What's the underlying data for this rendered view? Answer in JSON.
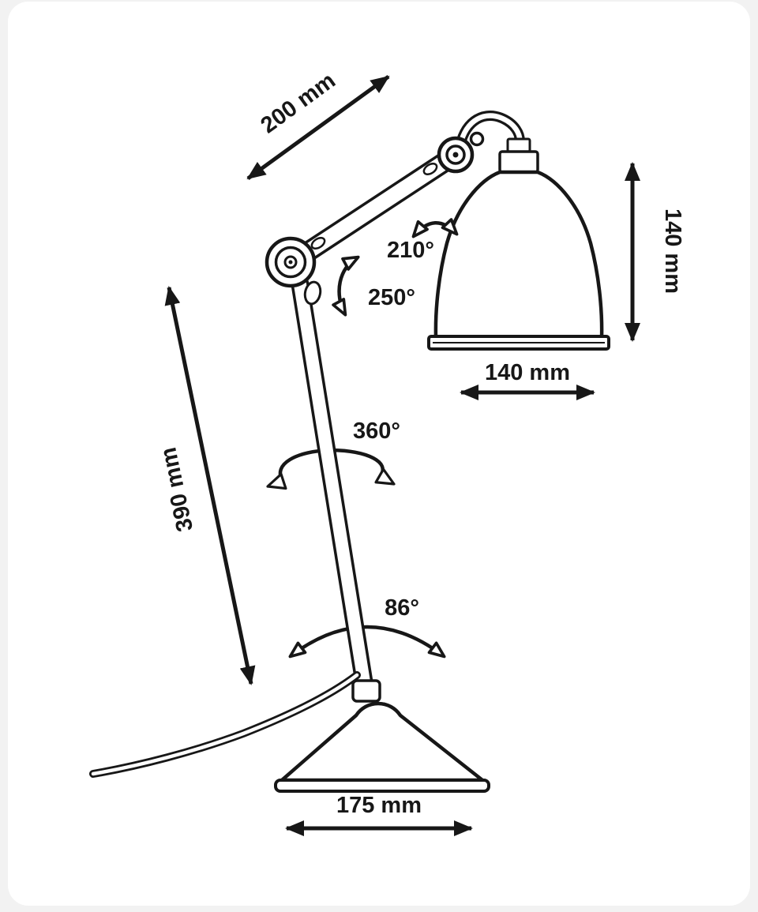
{
  "colors": {
    "ink": "#171717",
    "canvas": "#ffffff",
    "page_background": "#f2f2f2"
  },
  "diagram": {
    "dimensions": {
      "upper_arm_reach": "200 mm",
      "shade_height": "140 mm",
      "shade_diameter": "140 mm",
      "lower_arm_height": "390 mm",
      "base_diameter": "175 mm"
    },
    "rotation_angles": {
      "shade_joint": "210°",
      "elbow_joint": "250°",
      "column_swivel": "360°",
      "base_swivel": "86°"
    }
  }
}
